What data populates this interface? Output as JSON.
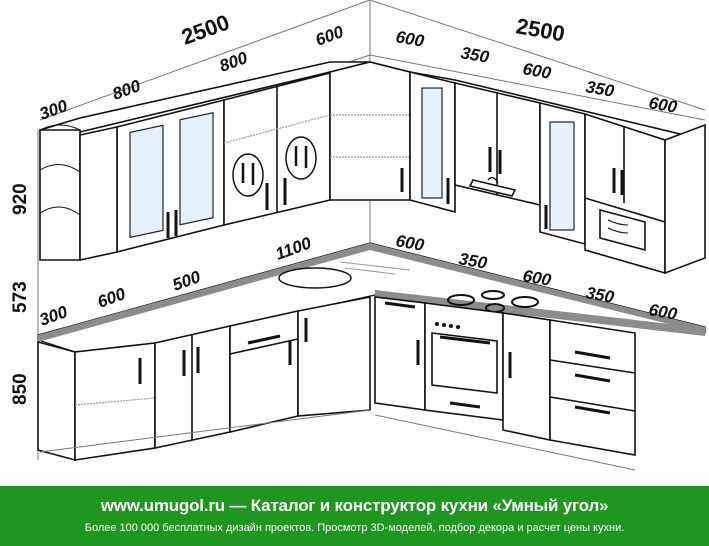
{
  "dimensions": {
    "upper_total_left": "2500",
    "upper_total_right": "2500",
    "upper_left": [
      "300",
      "800",
      "800",
      "600"
    ],
    "upper_right": [
      "600",
      "350",
      "600",
      "350",
      "600"
    ],
    "heights": [
      "920",
      "573",
      "850"
    ],
    "counter_left": [
      "300",
      "600",
      "500",
      "1100"
    ],
    "counter_right": [
      "600",
      "350",
      "600",
      "350",
      "600"
    ]
  },
  "footer": {
    "title": "www.umugol.ru — Каталог и конструктор кухни «Умный угол»",
    "subtitle": "Более 100 000 бесплатных дизайн проектов. Просмотр 3D-моделей, подбор декора и расчет цены кухни."
  },
  "colors": {
    "footer_bg": "#1f961f",
    "countertop": "#8c8c8c",
    "glass": "#e6f0fb"
  }
}
